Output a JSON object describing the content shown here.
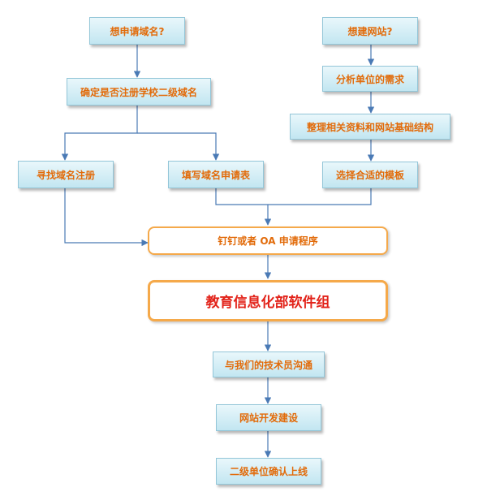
{
  "nodes": {
    "want_domain": "想申请域名?",
    "confirm_domain": "确定是否注册学校二级域名",
    "find_register": "寻找域名注册",
    "fill_form": "填写域名申请表",
    "want_website": "想建网站?",
    "analyze_needs": "分析单位的需求",
    "organize_materials": "整理相关资料和网站基础结构",
    "choose_template": "选择合适的模板",
    "apply_process": "钉钉或者 OA 申请程序",
    "software_group": "教育信息化部软件组",
    "communicate": "与我们的技术员沟通",
    "develop": "网站开发建设",
    "confirm_online": "二级单位确认上线"
  },
  "colors": {
    "text": "#e26b0a",
    "highlight_text": "#e2231a",
    "box_fill": "#c2e6f1",
    "box_border": "#93c6d8",
    "orange_border": "#f5a94a",
    "connector": "#4a7ab5"
  }
}
